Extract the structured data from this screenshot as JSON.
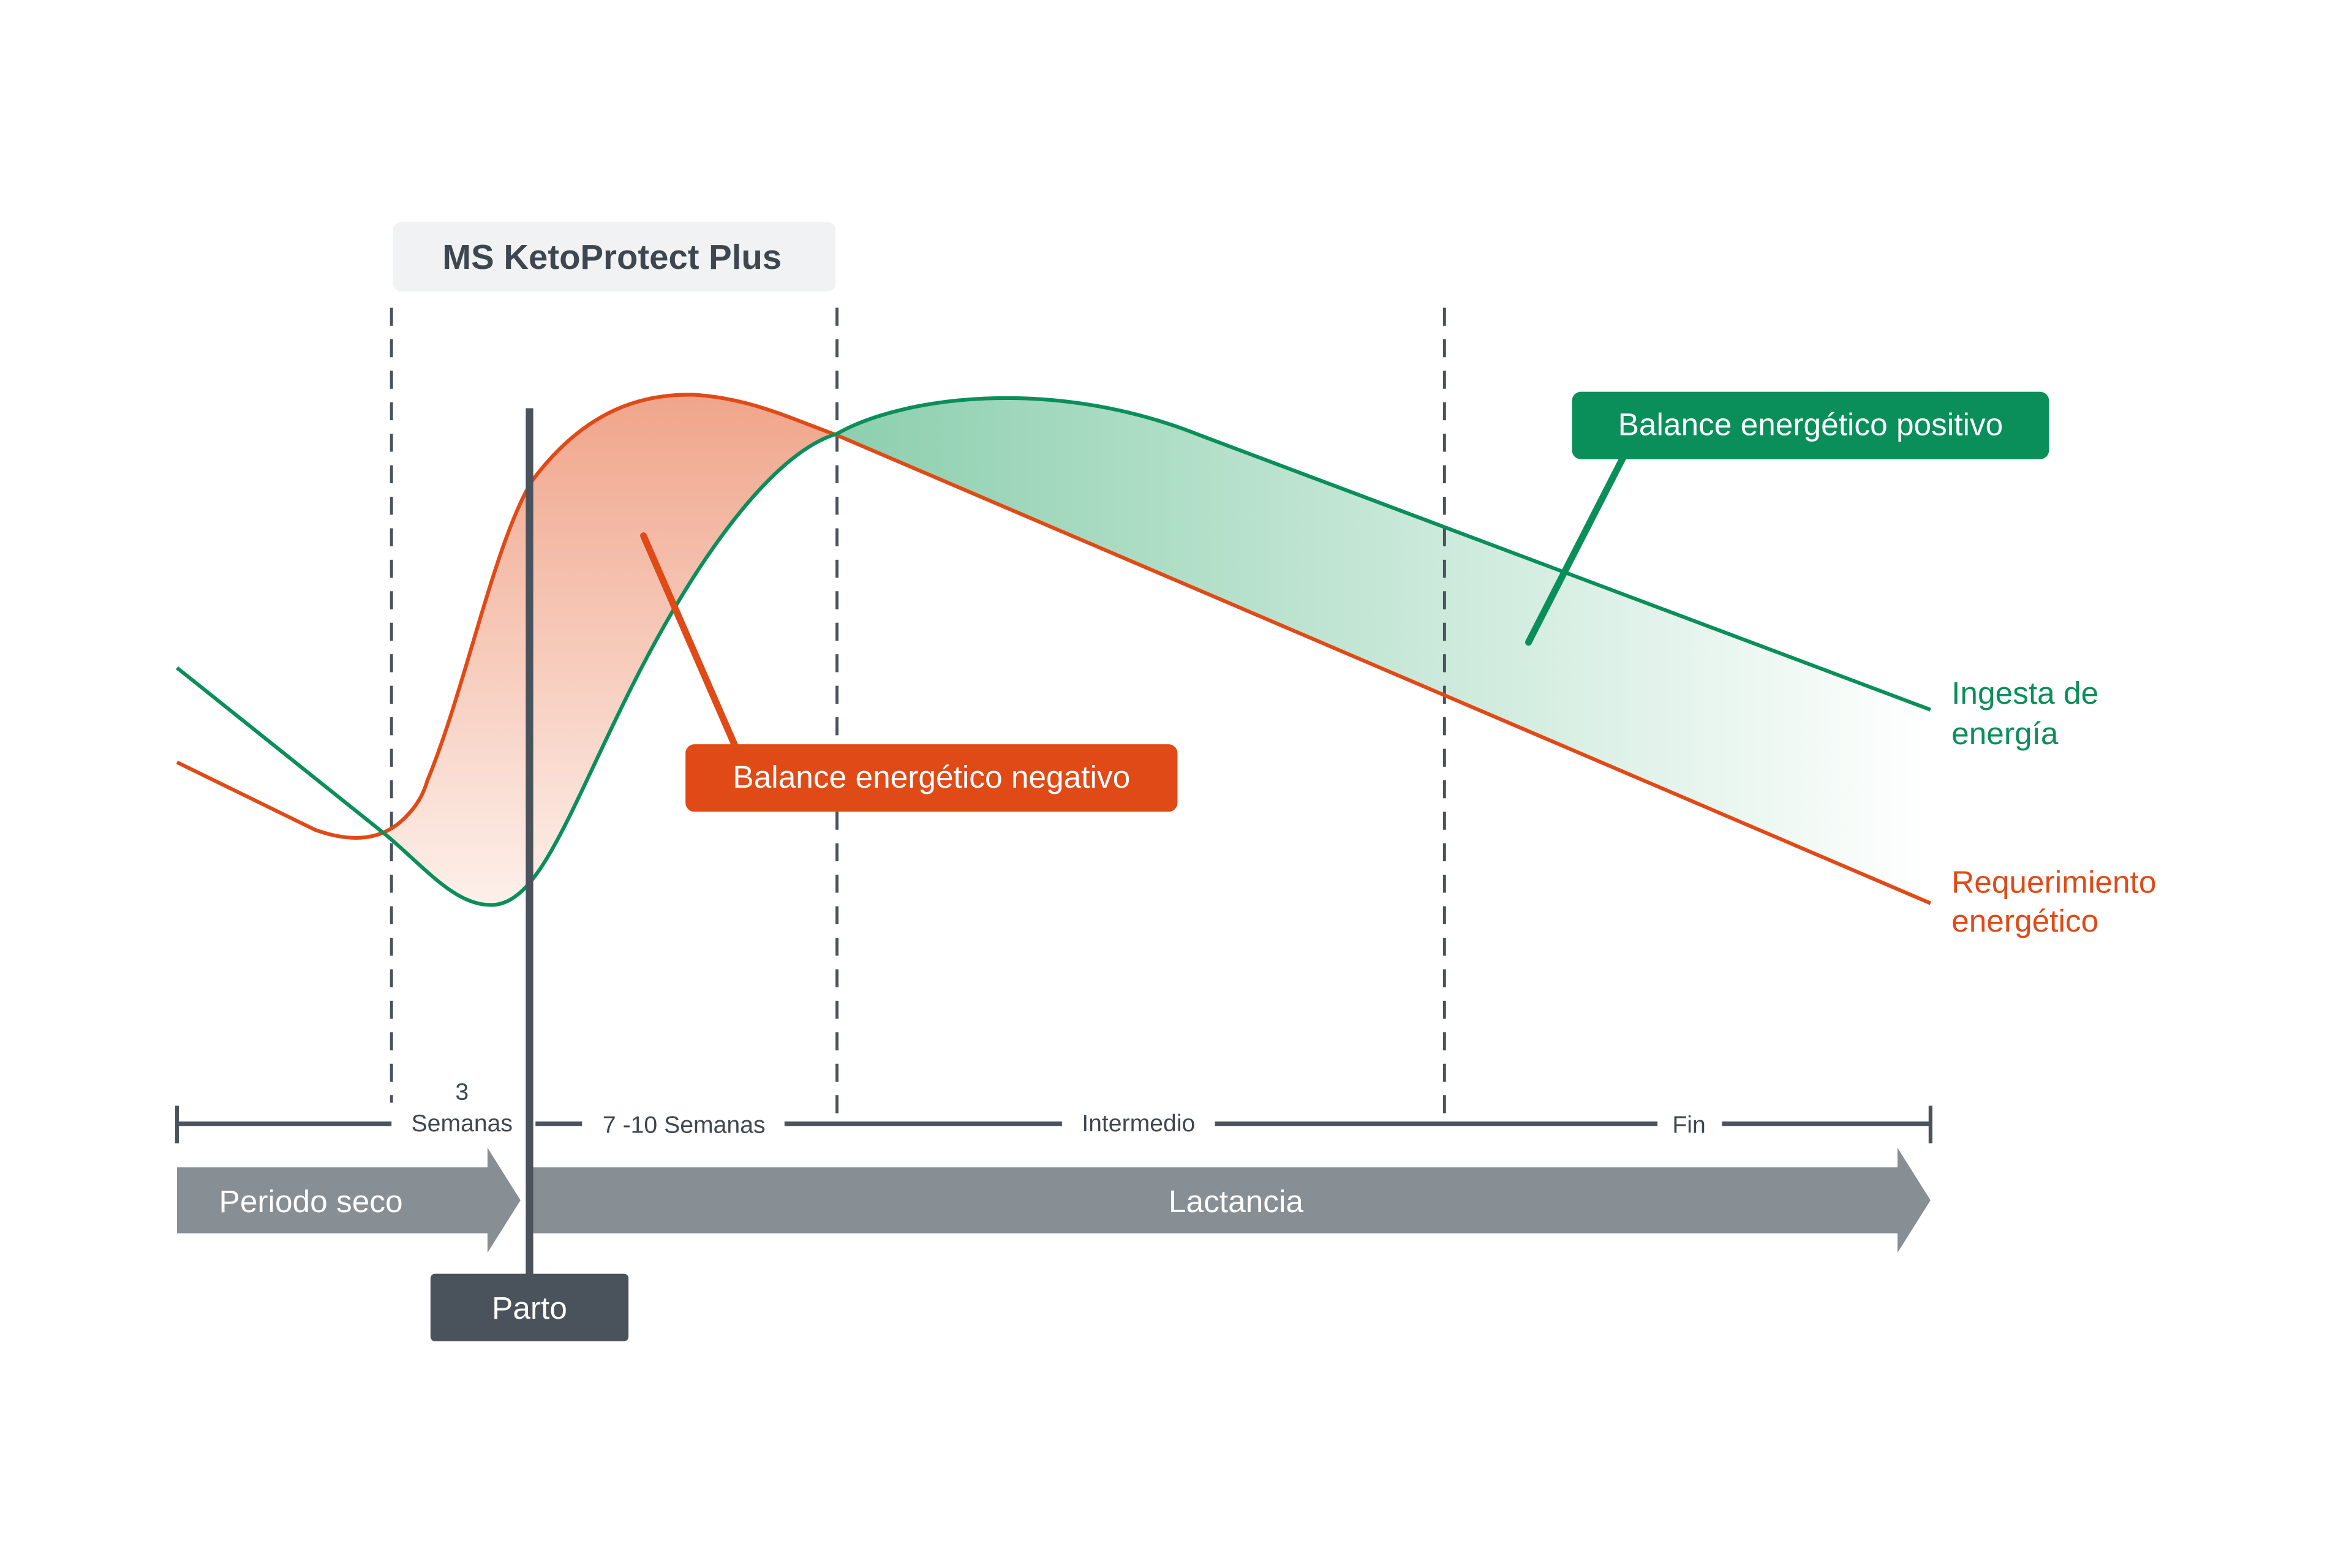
{
  "title": "MS KetoProtect Plus",
  "labels": {
    "negative": "Balance energético negativo",
    "positive": "Balance energético positivo",
    "intake_line1": "Ingesta de",
    "intake_line2": "energía",
    "requirement_line1": "Requerimiento",
    "requirement_line2": "energético"
  },
  "timeline": {
    "seg1_line1": "3",
    "seg1_line2": "Semanas",
    "seg2": "7 -10 Semanas",
    "seg3": "Intermedio",
    "seg4": "Fin"
  },
  "phases": {
    "dry": "Periodo seco",
    "lactation": "Lactancia",
    "calving": "Parto"
  },
  "colors": {
    "green": "#0a8f5a",
    "orange": "#e04a17",
    "grey": "#878e94",
    "dark": "#4a535b"
  }
}
